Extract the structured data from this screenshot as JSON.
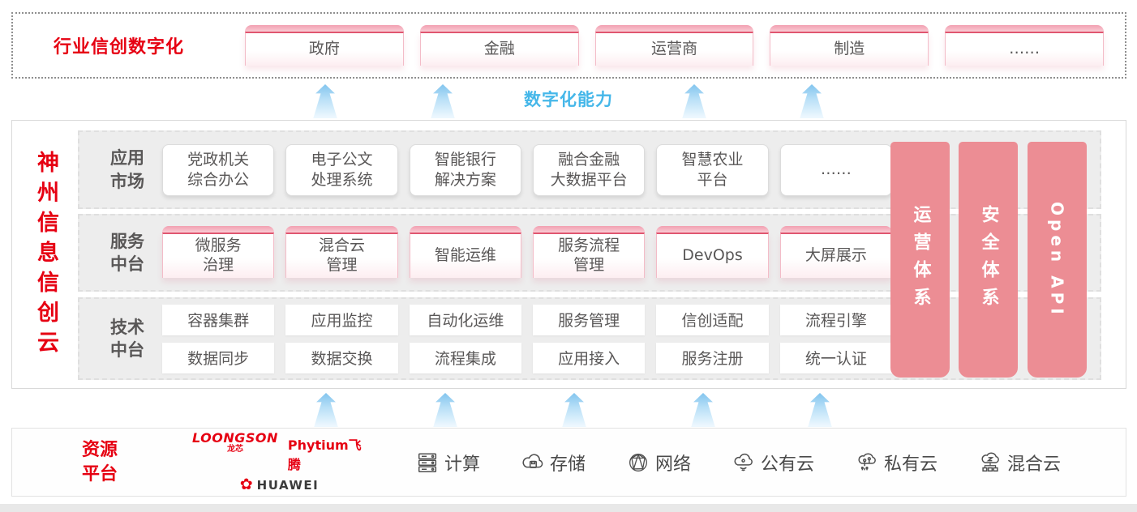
{
  "colors": {
    "brand_red": "#e60012",
    "pillar_pink": "#ec8d94",
    "capability_blue": "#45b7e9",
    "text_dark": "#595757"
  },
  "industry": {
    "title": "行业信创数字化",
    "items": [
      "政府",
      "金融",
      "运营商",
      "制造",
      "……"
    ]
  },
  "capability": {
    "label": "数字化能力"
  },
  "platform": {
    "title": "神州信息信创云",
    "app_row": {
      "label": "应用\n市场",
      "items": [
        "党政机关\n综合办公",
        "电子公文\n处理系统",
        "智能银行\n解决方案",
        "融合金融\n大数据平台",
        "智慧农业\n平台",
        "……"
      ]
    },
    "service_row": {
      "label": "服务\n中台",
      "items": [
        "微服务\n治理",
        "混合云\n管理",
        "智能运维",
        "服务流程\n管理",
        "DevOps",
        "大屏展示"
      ]
    },
    "tech_row": {
      "label": "技术\n中台",
      "items_top": [
        "容器集群",
        "应用监控",
        "自动化运维",
        "服务管理",
        "信创适配",
        "流程引擎"
      ],
      "items_bottom": [
        "数据同步",
        "数据交换",
        "流程集成",
        "应用接入",
        "服务注册",
        "统一认证"
      ]
    },
    "pillars": [
      {
        "label": "运营体系"
      },
      {
        "label": "安全体系"
      },
      {
        "label": "Open API"
      }
    ]
  },
  "resources": {
    "label": "资源\n平台",
    "vendors": {
      "loongson": "LOONGSON",
      "loongson_cn": "龙芯",
      "phytium": "Phytium飞腾",
      "huawei": "HUAWEI",
      "huawei_flower": "✿"
    },
    "items": [
      {
        "icon": "compute-icon",
        "label": "计算"
      },
      {
        "icon": "storage-icon",
        "label": "存储"
      },
      {
        "icon": "network-icon",
        "label": "网络"
      },
      {
        "icon": "public-cloud-icon",
        "label": "公有云"
      },
      {
        "icon": "private-cloud-icon",
        "label": "私有云"
      },
      {
        "icon": "hybrid-cloud-icon",
        "label": "混合云"
      }
    ]
  }
}
